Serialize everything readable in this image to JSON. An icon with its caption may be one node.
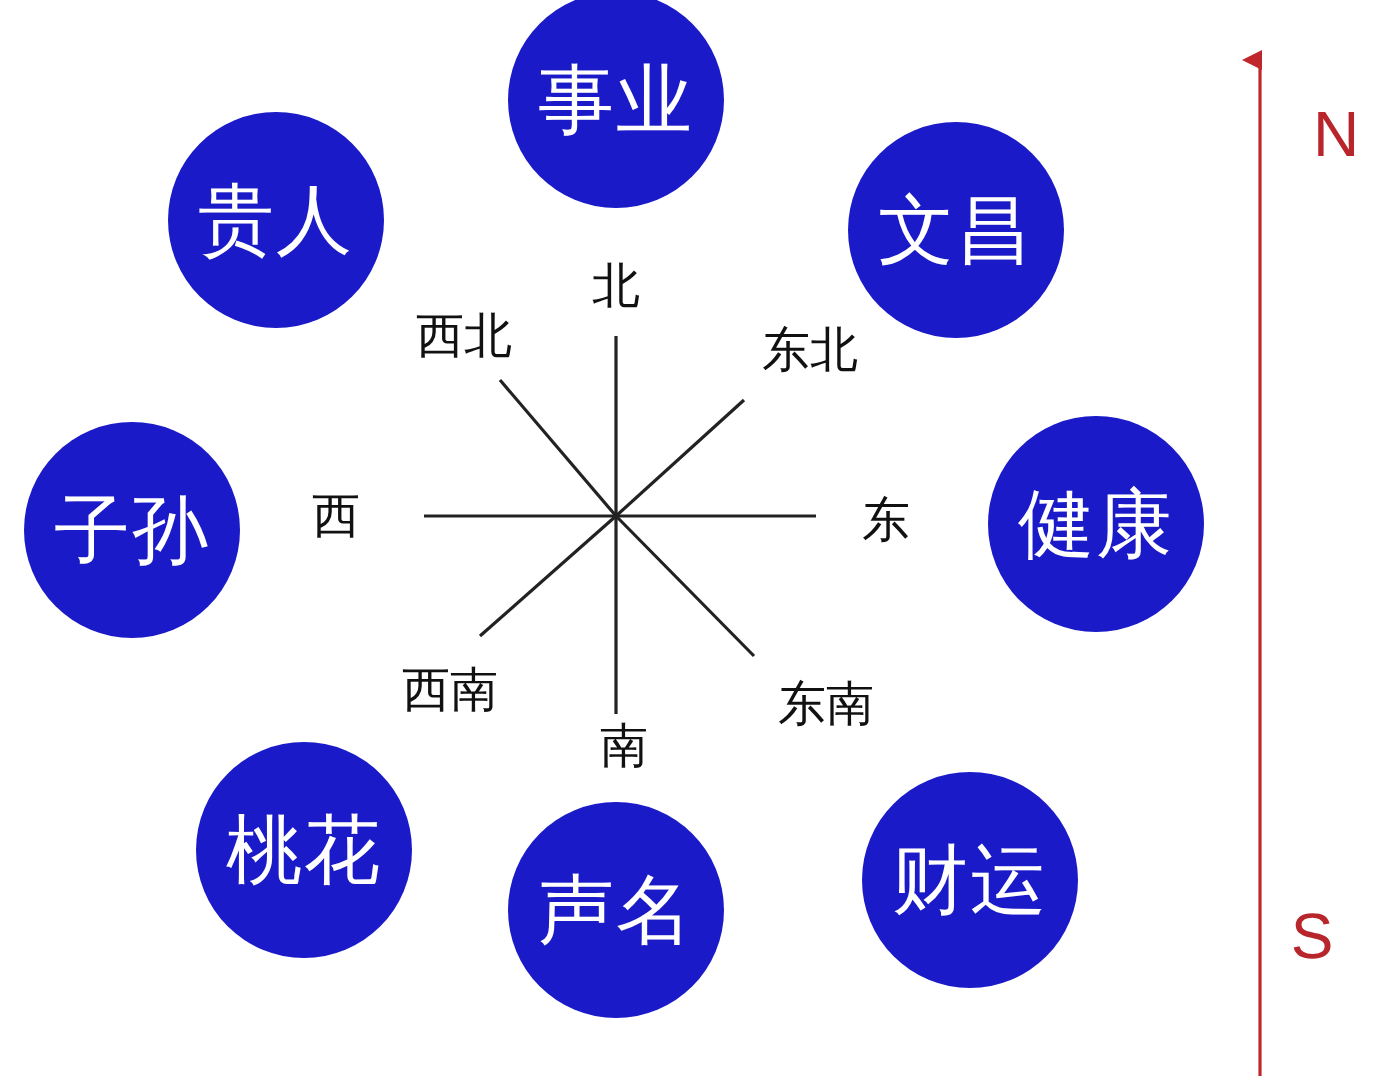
{
  "diagram": {
    "nodes": [
      {
        "text": [
          "事业"
        ]
      },
      {
        "text": [
          "贵人"
        ]
      },
      {
        "text": [
          "文昌"
        ]
      },
      {
        "text": [
          "子孙"
        ]
      },
      {
        "text": [
          "健康"
        ]
      },
      {
        "text": [
          "桃花"
        ]
      },
      {
        "text": [
          "声名"
        ]
      },
      {
        "text": [
          "财运"
        ]
      }
    ],
    "labels": [
      "N",
      "北",
      "西北",
      "东北",
      "西",
      "东",
      "西南",
      "南",
      "东南",
      "S"
    ]
  }
}
